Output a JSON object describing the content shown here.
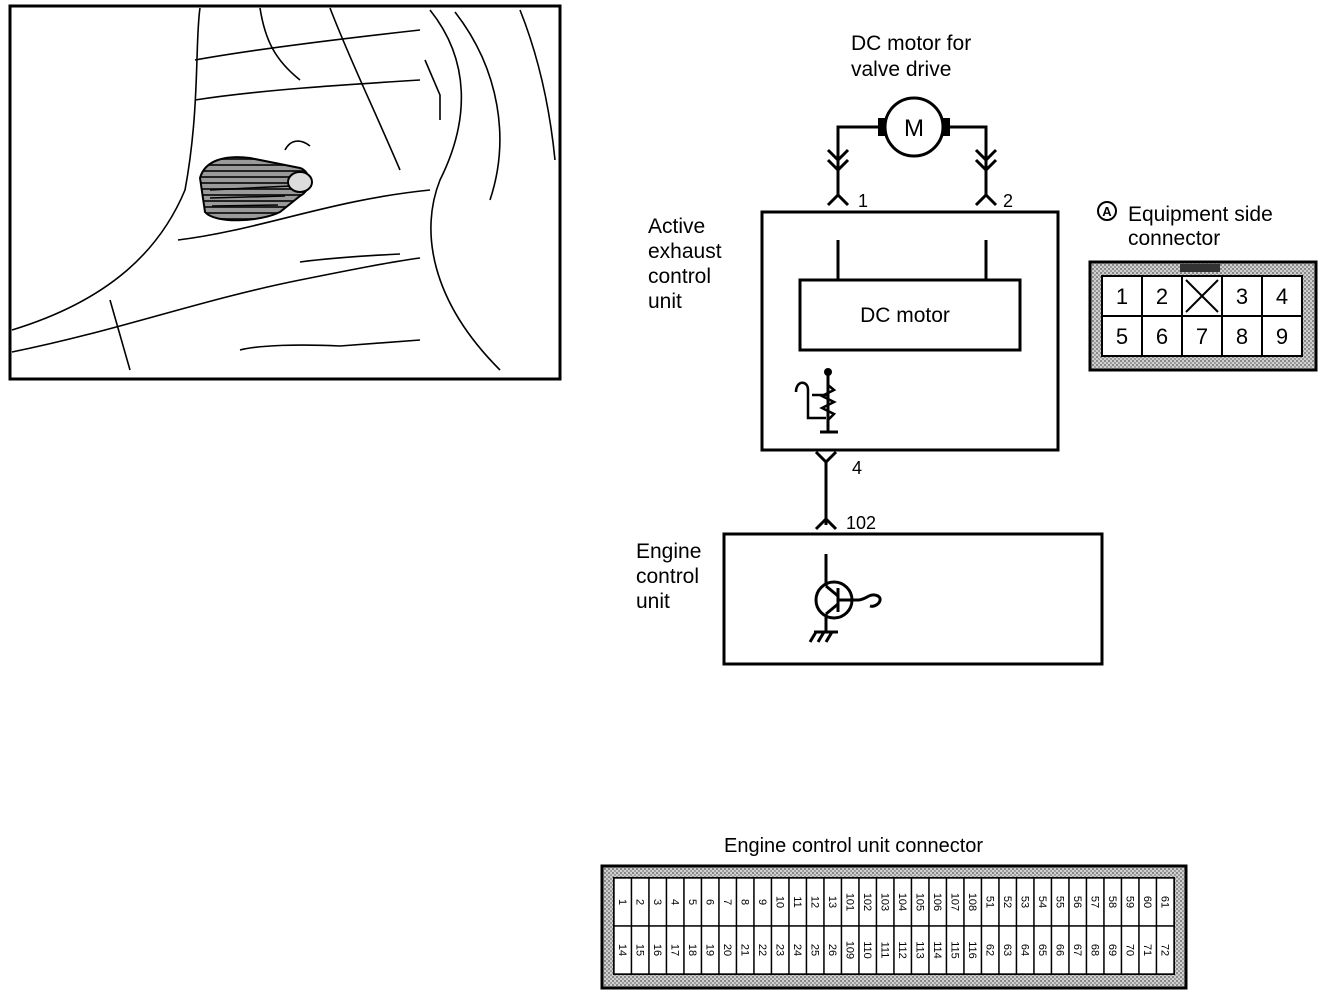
{
  "motor": {
    "label_line1": "DC motor for",
    "label_line2": "valve drive",
    "symbol": "M",
    "pin_left": "1",
    "pin_right": "2"
  },
  "active_unit": {
    "label_line1": "Active",
    "label_line2": "exhaust",
    "label_line3": "control",
    "label_line4": "unit",
    "inner_box": "DC motor",
    "pin_bottom": "4"
  },
  "engine_unit": {
    "label_line1": "Engine",
    "label_line2": "control",
    "label_line3": "unit",
    "pin_top": "102"
  },
  "equipment_connector": {
    "marker": "A",
    "label_line1": "Equipment side",
    "label_line2": "connector",
    "row1": [
      "1",
      "2",
      "",
      "3",
      "4"
    ],
    "row2": [
      "5",
      "6",
      "7",
      "8",
      "9"
    ]
  },
  "ecu_connector": {
    "title": "Engine control unit connector",
    "row1": [
      "1",
      "2",
      "3",
      "4",
      "5",
      "6",
      "7",
      "8",
      "9",
      "10",
      "11",
      "12",
      "13",
      "101",
      "102",
      "103",
      "104",
      "105",
      "106",
      "107",
      "108",
      "51",
      "52",
      "53",
      "54",
      "55",
      "56",
      "57",
      "58",
      "59",
      "60",
      "61"
    ],
    "row2": [
      "14",
      "15",
      "16",
      "17",
      "18",
      "19",
      "20",
      "21",
      "22",
      "23",
      "24",
      "25",
      "26",
      "109",
      "110",
      "111",
      "112",
      "113",
      "114",
      "115",
      "116",
      "62",
      "63",
      "64",
      "65",
      "66",
      "67",
      "68",
      "69",
      "70",
      "71",
      "72"
    ]
  }
}
